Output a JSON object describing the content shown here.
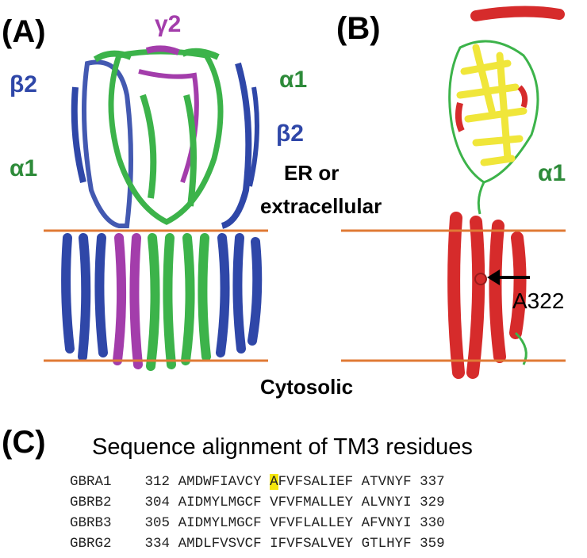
{
  "panels": {
    "a": {
      "letter": "(A)",
      "subunits": {
        "gamma2": "γ2",
        "beta2_left": "β2",
        "alpha1_left": "α1",
        "alpha1_right": "α1",
        "beta2_right": "β2"
      }
    },
    "b": {
      "letter": "(B)",
      "subunit": "α1",
      "residue": "A322"
    },
    "c": {
      "letter": "(C)",
      "title": "Sequence alignment of TM3 residues"
    }
  },
  "compartments": {
    "top": [
      "ER or",
      "extracellular"
    ],
    "bottom": "Cytosolic"
  },
  "alignment": [
    {
      "name": "GBRA1",
      "start": "312",
      "pre": "AMDWFIAVCY ",
      "highlight": "A",
      "post": "FVFSALIEF ATVNYF",
      "end": "337"
    },
    {
      "name": "GBRB2",
      "start": "304",
      "pre": "AIDMYLMGCF VFVFMALLEY ALVNYI",
      "highlight": "",
      "post": "",
      "end": "329"
    },
    {
      "name": "GBRB3",
      "start": "305",
      "pre": "AIDMYLMGCF VFVFLALLEY AFVNYI",
      "highlight": "",
      "post": "",
      "end": "330"
    },
    {
      "name": "GBRG2",
      "start": "334",
      "pre": "AMDLFVSVCF IFVFSALVEY GTLHYF",
      "highlight": "",
      "post": "",
      "end": "359"
    }
  ],
  "colors": {
    "membrane_line": "#e07a35",
    "alpha_subunit": "#3cb34a",
    "beta_subunit": "#2f47a8",
    "gamma_subunit": "#a33dab",
    "tm_domain": "#d62b2b",
    "ecd_domain": "#f0e63a",
    "highlight": "#f5e60c"
  }
}
